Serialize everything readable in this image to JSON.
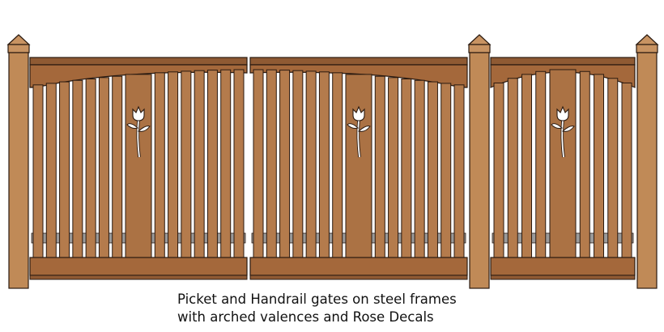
{
  "caption": {
    "line1": "Picket and Handrail gates on steel frames",
    "line2": "with arched valences and Rose Decals"
  },
  "colors": {
    "post": "#c08a57",
    "post_cap": "#c89362",
    "gate_frame": "#a4683b",
    "picket": "#b47b4c",
    "wide_picket": "#ab7244",
    "rail": "#8f5a33",
    "steel_band": "#9a9a9a",
    "outline": "#2a1a10",
    "rose": "#ffffff",
    "caption_text": "#111111"
  },
  "gates": [
    {
      "name": "left-double-gate-leaf",
      "rose": true
    },
    {
      "name": "right-double-gate-leaf",
      "rose": true
    },
    {
      "name": "single-side-gate",
      "rose": true
    }
  ]
}
